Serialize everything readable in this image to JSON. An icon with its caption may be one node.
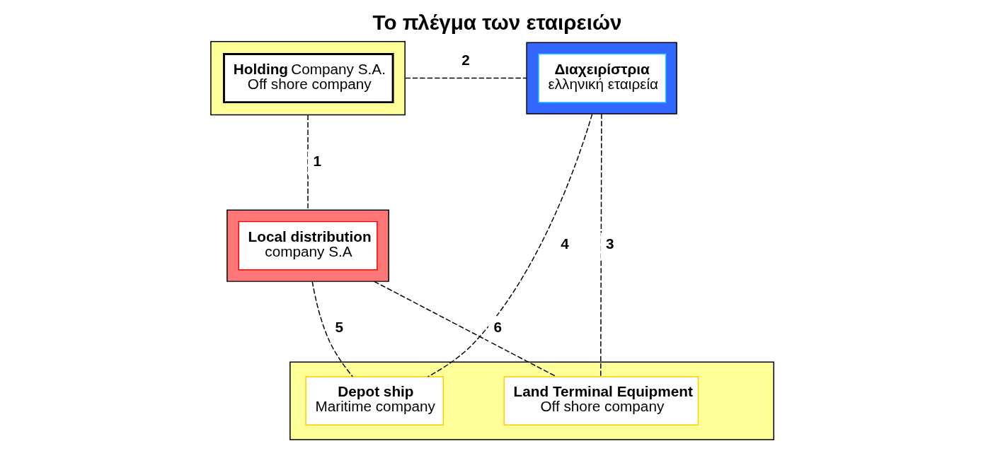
{
  "diagram": {
    "title": "Το πλέγμα των εταιρειών",
    "nodes": [
      {
        "text": [
          "**Holding** Company S.A.",
          "Off shore company"
        ]
      },
      {
        "text": [
          "**Διαχειρίστρια**",
          "ελληνική εταιρεία"
        ]
      },
      {
        "text": [
          "**Local distribution**",
          "company S.A"
        ]
      },
      {
        "text": [],
        "shape": "box"
      },
      {
        "text": [
          "**Depot ship**",
          "Maritime company"
        ],
        "in": 3
      },
      {
        "text": [
          "**Land Terminal Equipment**",
          "Off shore company"
        ],
        "in": 3
      }
    ],
    "edges": [
      {
        "from": 0,
        "to": 2,
        "arrow": "none",
        "style": "dashed",
        "label": "1"
      },
      {
        "from": 0,
        "to": 1,
        "arrow": "none",
        "style": "dashed",
        "label": "2"
      },
      {
        "from": 1,
        "to": 5,
        "arrow": "none",
        "style": "dashed",
        "label": "3"
      },
      {
        "from": 1,
        "to": 4,
        "arrow": "none",
        "style": "dashed",
        "label": "4"
      },
      {
        "from": 2,
        "to": 4,
        "arrow": "none",
        "style": "dashed",
        "label": "5"
      },
      {
        "from": 2,
        "to": 5,
        "arrow": "none",
        "style": "dashed",
        "label": "6"
      }
    ]
  }
}
